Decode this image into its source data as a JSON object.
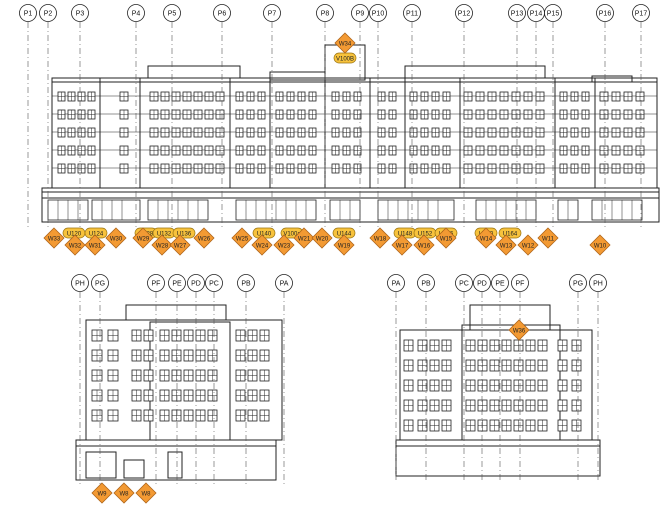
{
  "colors": {
    "line": "#222222",
    "grid": "#555555",
    "tag_fill": "#f39a33",
    "tag_stroke": "#b0661a",
    "pill_fill": "#f7c23c",
    "pill_stroke": "#9a7410",
    "background": "#ffffff"
  },
  "grid_bubbles": {
    "top": [
      "P1",
      "P2",
      "P3",
      "P4",
      "P5",
      "P6",
      "P7",
      "P8",
      "P9",
      "P10",
      "P11",
      "P12",
      "P13",
      "P14",
      "P15",
      "P16",
      "P17"
    ],
    "left": [
      "PH",
      "PG",
      "PF",
      "PE",
      "PD",
      "PC",
      "PB",
      "PA"
    ],
    "right": [
      "PA",
      "PB",
      "PC",
      "PD",
      "PE",
      "PF",
      "PG",
      "PH"
    ]
  },
  "tags": {
    "top_roof": [
      "W34"
    ],
    "top_row1": [
      "W33",
      "W32",
      "W31",
      "W30",
      "W29",
      "W28",
      "W27",
      "W26",
      "W25",
      "W24",
      "W23",
      "W21",
      "W20",
      "W19",
      "W18",
      "W17",
      "W16",
      "W15",
      "W14",
      "W13",
      "W12",
      "W11",
      "W10"
    ],
    "left_bottom": [
      "W9",
      "W8",
      "W8"
    ],
    "right_roof": [
      "W36"
    ]
  },
  "pills": {
    "roof": [
      "V100B"
    ],
    "row": [
      "U120",
      "U124",
      "U128",
      "U132",
      "U136",
      "U140",
      "V100a",
      "U144",
      "U148",
      "U152",
      "U156",
      "U160",
      "U164"
    ]
  }
}
